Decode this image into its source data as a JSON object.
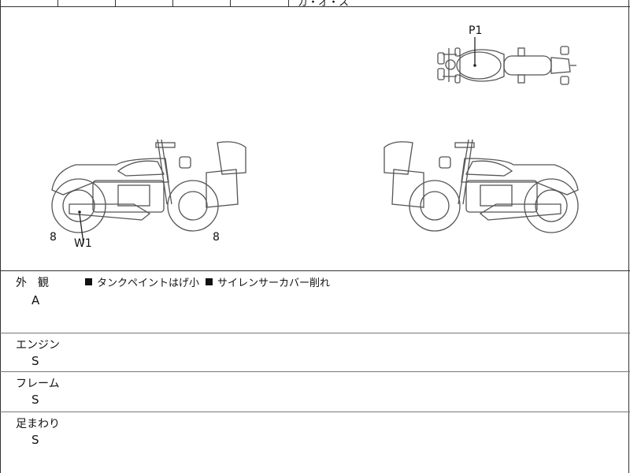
{
  "top_clip_text": "ガ・オ・ス",
  "diagram": {
    "markers": {
      "p1": "P1",
      "w1": "W1",
      "left_rear": "8",
      "left_front": "8"
    }
  },
  "sections": {
    "exterior": {
      "title": "外　観",
      "grade": "A",
      "notes": [
        "タンクペイントはげ小",
        "サイレンサーカバー削れ"
      ]
    },
    "engine": {
      "title": "エンジン",
      "grade": "S"
    },
    "frame": {
      "title": "フレーム",
      "grade": "S"
    },
    "suspension": {
      "title": "足まわり",
      "grade": "S"
    }
  }
}
